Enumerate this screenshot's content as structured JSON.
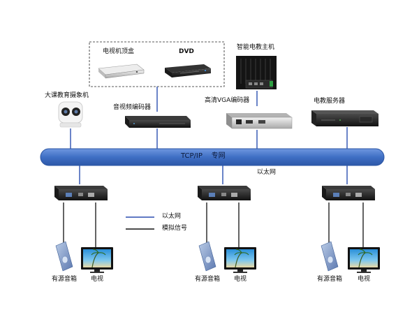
{
  "labels": {
    "stb": "电视机顶盒",
    "dvd": "DVD",
    "host": "智能电教主机",
    "camera": "大课教育摄象机",
    "av_encoder": "音视频编码器",
    "vga_encoder": "高清VGA编码器",
    "server": "电教服务器",
    "bus": "TCP/IP    专网",
    "ethernet_bus": "以太网"
  },
  "legend": [
    {
      "label": "以太网",
      "color": "#2b4fb0"
    },
    {
      "label": "模拟信号",
      "color": "#111111"
    }
  ],
  "endpoints": [
    {
      "speaker": "有源音箱",
      "tv": "电视"
    },
    {
      "speaker": "有源音箱",
      "tv": "电视"
    },
    {
      "speaker": "有源音箱",
      "tv": "电视"
    }
  ],
  "colors": {
    "bus": "#3f6fc4",
    "bus_stroke": "#2c56a3",
    "ethernet_line": "#2b4fb0",
    "analog_line": "#111111"
  }
}
